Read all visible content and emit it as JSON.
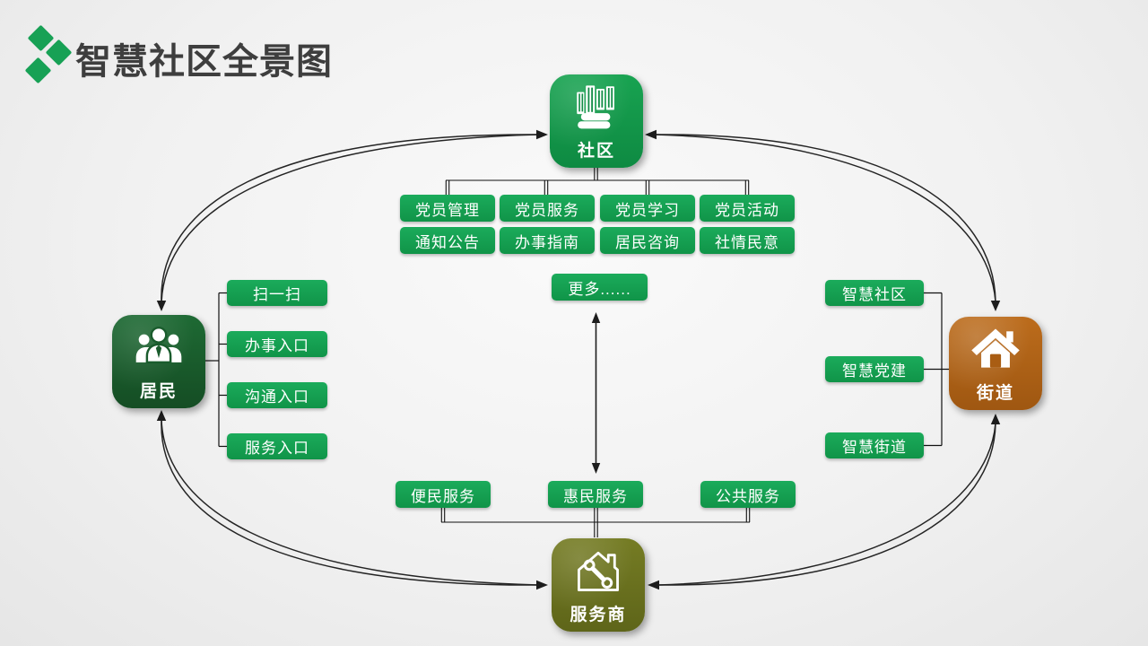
{
  "title": "智慧社区全景图",
  "nodes": {
    "community": "社区",
    "residents": "居民",
    "street": "街道",
    "provider": "服务商"
  },
  "party_row": [
    "党员管理",
    "党员服务",
    "党员学习",
    "党员活动"
  ],
  "info_row": [
    "通知公告",
    "办事指南",
    "居民咨询",
    "社情民意"
  ],
  "more_label": "更多......",
  "resident_entries": [
    "扫一扫",
    "办事入口",
    "沟通入口",
    "服务入口"
  ],
  "street_platforms": [
    "智慧社区",
    "智慧党建",
    "智慧街道"
  ],
  "provider_services": [
    "便民服务",
    "惠民服务",
    "公共服务"
  ],
  "icons": {
    "logo": "triple-diamond-icon",
    "community": "buildings-icon",
    "residents": "people-group-icon",
    "street": "house-icon",
    "provider": "house-wrench-icon"
  },
  "colors": {
    "box_green": "#16a053",
    "node_green": "#149a4e",
    "node_dark_green": "#1a5c2d",
    "node_brown": "#b26318",
    "node_olive": "#6e7520",
    "line_black": "#1d1d1d",
    "title_gray": "#3e3e3e"
  }
}
